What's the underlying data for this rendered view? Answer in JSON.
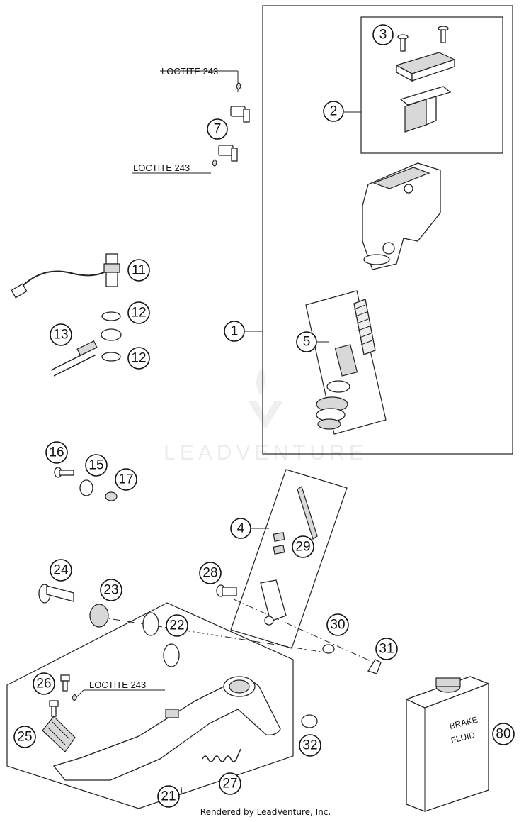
{
  "watermark": "LEADVENTURE",
  "footer": "Rendered by LeadVenture, Inc.",
  "loctite_labels": [
    "LOCTITE 243",
    "LOCTITE 243",
    "LOCTITE 243"
  ],
  "brake_fluid_text": [
    "BRAKE",
    "FLUID"
  ],
  "callouts": [
    "1",
    "2",
    "3",
    "4",
    "5",
    "7",
    "11",
    "12",
    "12",
    "13",
    "15",
    "16",
    "17",
    "21",
    "22",
    "23",
    "24",
    "25",
    "26",
    "27",
    "28",
    "29",
    "30",
    "31",
    "32",
    "80"
  ]
}
